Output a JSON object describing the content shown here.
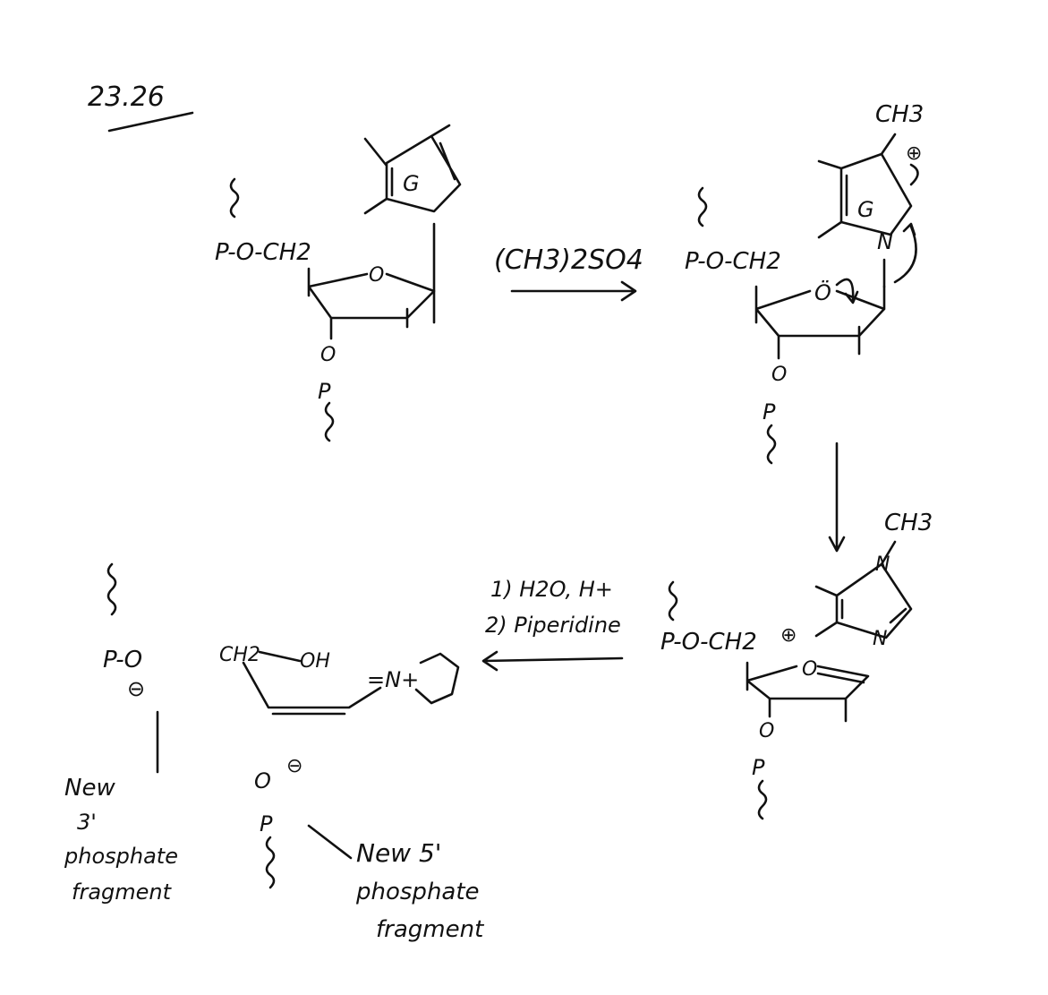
{
  "problem_number": "23.26",
  "molecule1": {
    "base": "G",
    "sugar_chain": "P-O-CH2",
    "ring_oxygen": "O",
    "phosphate_o": "O",
    "phosphate_p": "P"
  },
  "reagent1": "(CH3)2SO4",
  "molecule2": {
    "methyl": "CH3",
    "charge": "⊕",
    "base": "G",
    "nitrogen": "N",
    "sugar_chain": "P-O-CH2",
    "ring_oxygen": "Ö",
    "phosphate_o": "O",
    "phosphate_p": "P"
  },
  "molecule3": {
    "methyl": "CH3",
    "nitrogen_top": "N",
    "nitrogen_bottom": "N",
    "sugar_chain": "P-O-CH2",
    "charge": "⊕",
    "ring_oxygen": "O",
    "phosphate_o": "O",
    "phosphate_p": "P"
  },
  "reagents2": {
    "step1": "1) H2O, H+",
    "step2": "2) Piperidine"
  },
  "product_3prime": {
    "group": "P-O",
    "charge": "⊖",
    "label_lines": [
      "New",
      "3'",
      "phosphate",
      "fragment"
    ]
  },
  "product_sugar": {
    "ch2": "CH2",
    "oh": "OH",
    "iminium": "=N+"
  },
  "product_5prime": {
    "o": "O",
    "charge": "⊖",
    "p": "P",
    "label_lines": [
      "New 5'",
      "phosphate",
      "fragment"
    ]
  }
}
